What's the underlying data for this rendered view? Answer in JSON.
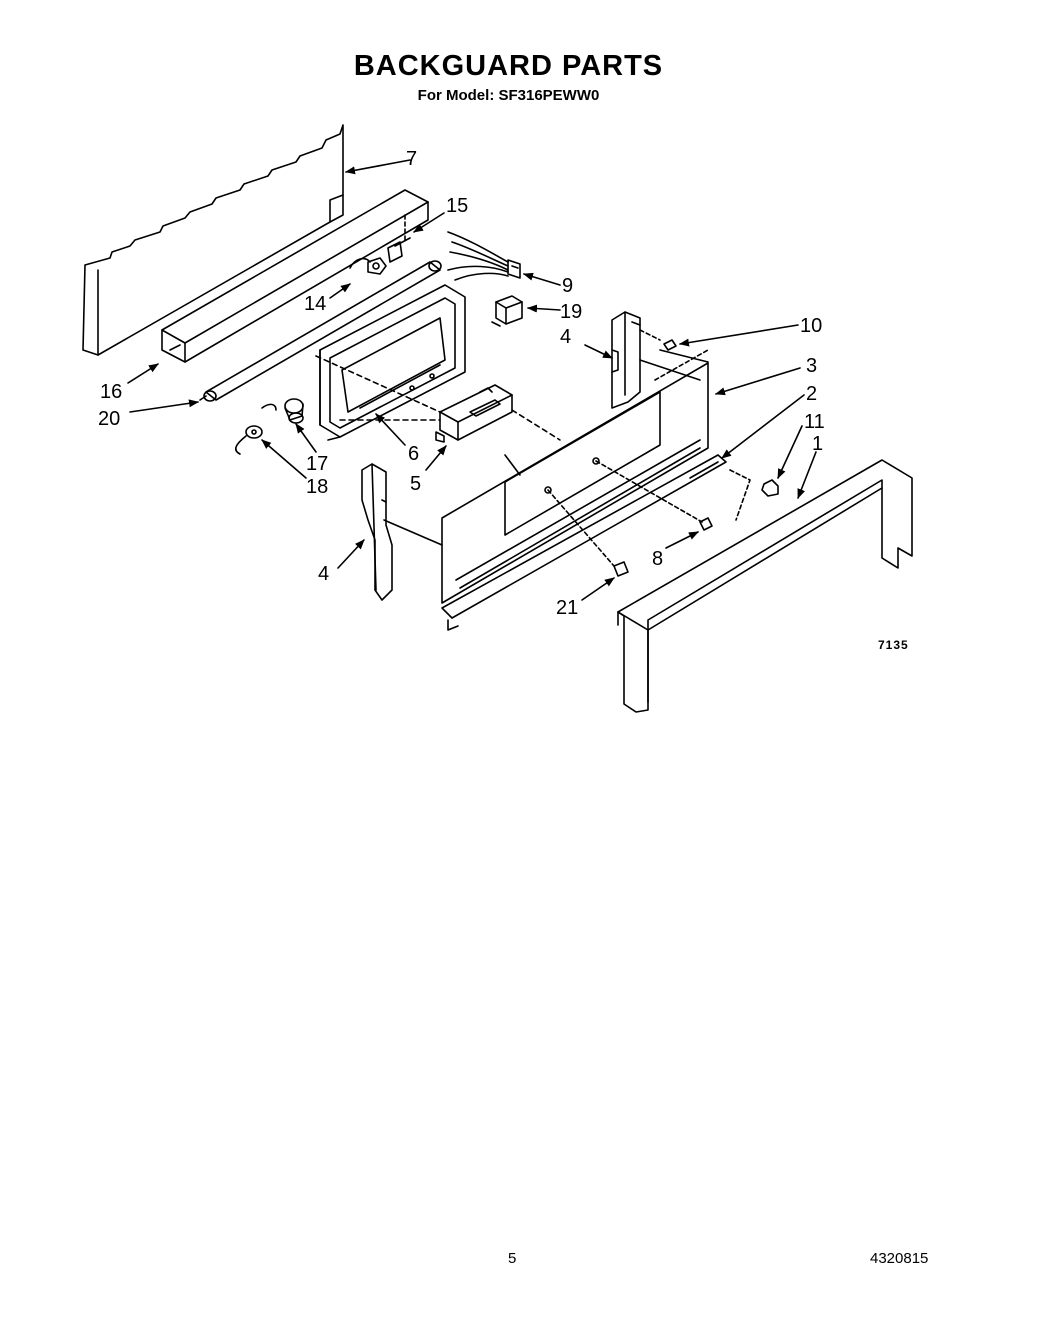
{
  "header": {
    "title": "BACKGUARD PARTS",
    "subtitle": "For Model: SF316PEWW0"
  },
  "diagram": {
    "figure_number": "7135",
    "callouts": [
      "1",
      "2",
      "3",
      "4",
      "4",
      "5",
      "6",
      "7",
      "8",
      "9",
      "10",
      "11",
      "14",
      "15",
      "16",
      "17",
      "18",
      "19",
      "20",
      "21"
    ]
  },
  "footer": {
    "page_number": "5",
    "document_number": "4320815"
  }
}
